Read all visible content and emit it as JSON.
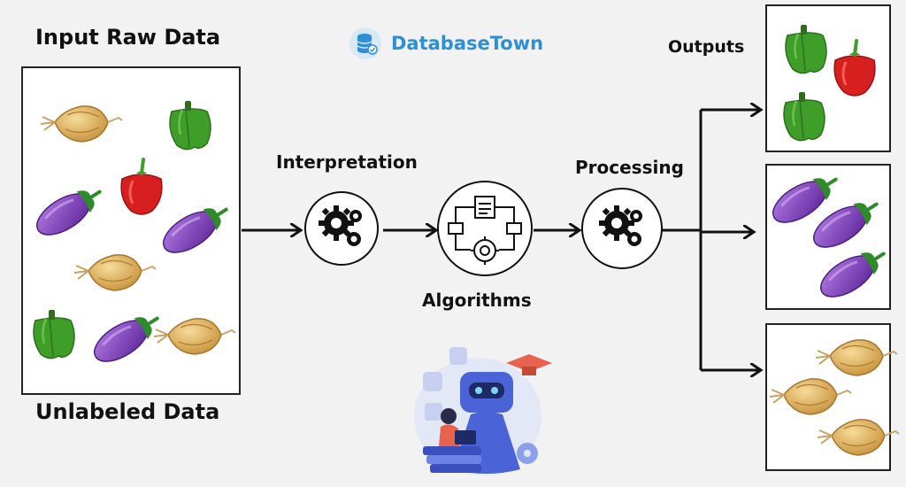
{
  "brand": {
    "name": "DatabaseTown",
    "color": "#2d8fd6"
  },
  "input_panel": {
    "title": "Input Raw Data",
    "caption": "Unlabeled Data",
    "items": [
      "onion",
      "pepper-green",
      "eggplant",
      "pepper-red",
      "eggplant",
      "onion",
      "pepper-green",
      "eggplant",
      "onion"
    ]
  },
  "stages": [
    {
      "name": "interpretation",
      "label": "Interpretation",
      "icon": "gears-icon"
    },
    {
      "name": "algorithms",
      "label": "Algorithms",
      "icon": "flowchart-gear-icon"
    },
    {
      "name": "processing",
      "label": "Processing",
      "icon": "gears-icon"
    }
  ],
  "outputs": {
    "label": "Outputs",
    "groups": [
      {
        "name": "peppers",
        "items": [
          "pepper-green",
          "pepper-red",
          "pepper-green"
        ]
      },
      {
        "name": "eggplants",
        "items": [
          "eggplant",
          "eggplant",
          "eggplant"
        ]
      },
      {
        "name": "onions",
        "items": [
          "onion",
          "onion",
          "onion"
        ]
      }
    ]
  },
  "illustration": {
    "icon": "robot-learning-icon"
  },
  "colors": {
    "onion": "#d9a94a",
    "pepper_green": "#3f9e2a",
    "pepper_red": "#d81f1f",
    "eggplant": "#7a36b8",
    "robot": "#4a63d6"
  }
}
